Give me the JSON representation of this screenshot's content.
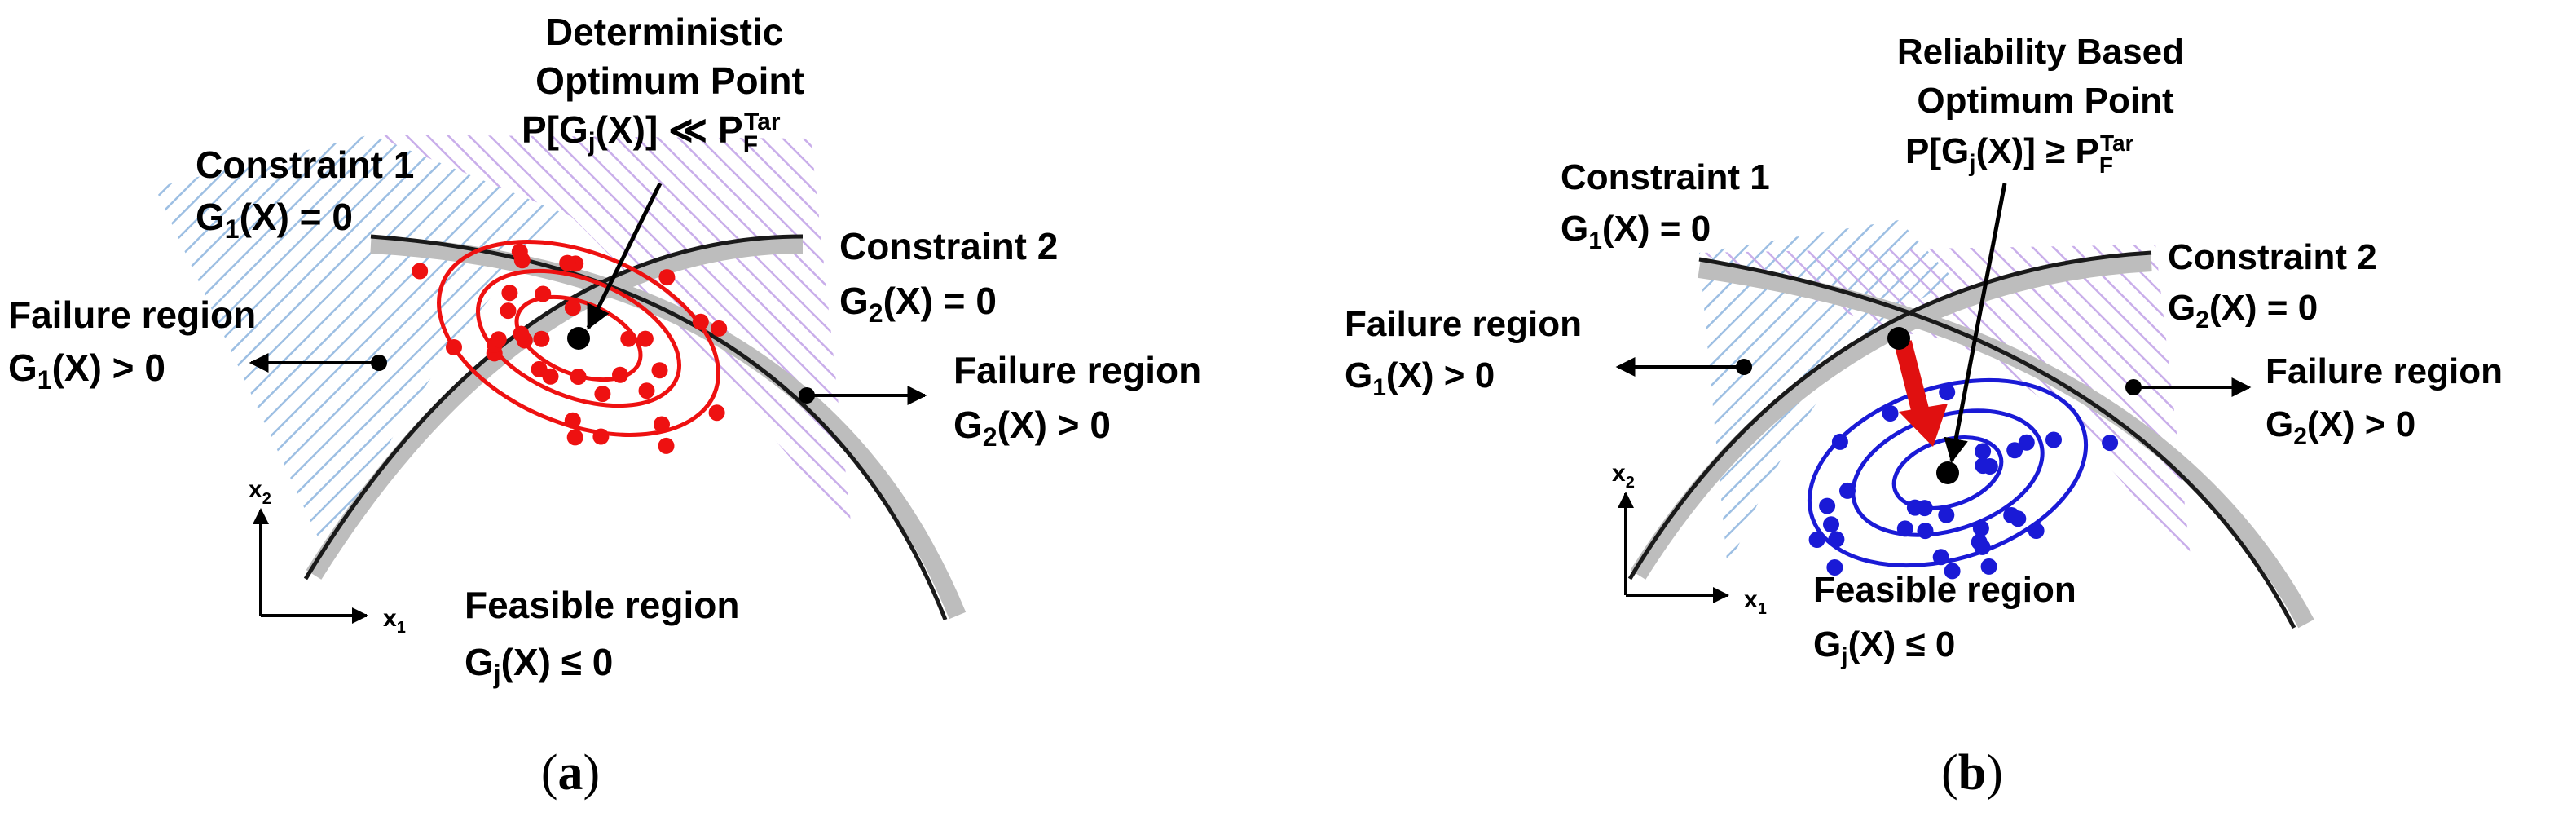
{
  "colors": {
    "constraint_curve": "#1a1a1a",
    "curve_shadow": "#bdbdbd",
    "failure_hatch_1": "#9dbfe3",
    "failure_hatch_2": "#c9aeea",
    "deterministic_samples": "#ee1111",
    "reliability_samples": "#1a1ad6",
    "optimum_point": "#000000",
    "shift_arrow": "#e01010"
  },
  "panels": [
    {
      "id": "a",
      "caption": {
        "open": "(",
        "letter": "a",
        "close": ")"
      },
      "optimum_title": [
        "Deterministic",
        "Optimum Point"
      ],
      "optimum_condition": {
        "pre": "P[G",
        "j": "j",
        "mid": "(X)]  ≪  P",
        "F": "F",
        "Tar": "Tar"
      },
      "constraint_1": {
        "name": "Constraint 1",
        "G": "G",
        "sub": "1",
        "rest": "(X)  =  0"
      },
      "constraint_2": {
        "name": "Constraint 2",
        "G": "G",
        "sub": "2",
        "rest": "(X)  =  0"
      },
      "failure_left": {
        "name": "Failure region",
        "G": "G",
        "sub": "1",
        "rest": "(X)  >  0"
      },
      "failure_right": {
        "name": "Failure region",
        "G": "G",
        "sub": "2",
        "rest": "(X)  >  0"
      },
      "feasible": {
        "name": "Feasible region",
        "G": "G",
        "sub": "j",
        "rest": "(X)  ≤  0"
      },
      "axes": {
        "x": "x",
        "x_sub": "1",
        "y": "x",
        "y_sub": "2"
      }
    },
    {
      "id": "b",
      "caption": {
        "open": "(",
        "letter": "b",
        "close": ")"
      },
      "optimum_title": [
        "Reliability Based",
        "Optimum Point"
      ],
      "optimum_condition": {
        "pre": "P[G",
        "j": "j",
        "mid": "(X)]  ≥  P",
        "F": "F",
        "Tar": "Tar"
      },
      "constraint_1": {
        "name": "Constraint 1",
        "G": "G",
        "sub": "1",
        "rest": "(X)  =  0"
      },
      "constraint_2": {
        "name": "Constraint 2",
        "G": "G",
        "sub": "2",
        "rest": "(X)  =  0"
      },
      "failure_left": {
        "name": "Failure region",
        "G": "G",
        "sub": "1",
        "rest": "(X)  >  0"
      },
      "failure_right": {
        "name": "Failure region",
        "G": "G",
        "sub": "2",
        "rest": "(X)  >  0"
      },
      "feasible": {
        "name": "Feasible region",
        "G": "G",
        "sub": "j",
        "rest": "(X)  ≤  0"
      },
      "axes": {
        "x": "x",
        "x_sub": "1",
        "y": "x",
        "y_sub": "2"
      }
    }
  ]
}
